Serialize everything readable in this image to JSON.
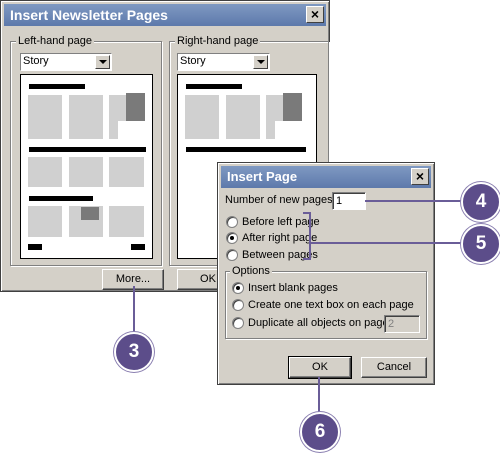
{
  "newsletter_dialog": {
    "title": "Insert Newsletter Pages",
    "left_group_label": "Left-hand page",
    "left_select_value": "Story",
    "right_group_label": "Right-hand page",
    "right_select_value": "Story",
    "more_button": "More...",
    "ok_button": "OK"
  },
  "insert_page_dialog": {
    "title": "Insert Page",
    "num_pages_label": "Number of new pages:",
    "num_pages_value": "1",
    "position_options": [
      {
        "label": "Before left page",
        "selected": false
      },
      {
        "label": "After right page",
        "selected": true
      },
      {
        "label": "Between pages",
        "selected": false
      }
    ],
    "options_group_label": "Options",
    "content_options": [
      {
        "label": "Insert blank pages",
        "selected": true
      },
      {
        "label": "Create one text box on each page",
        "selected": false
      },
      {
        "label": "Duplicate all objects on page:",
        "selected": false
      }
    ],
    "duplicate_page_value": "2",
    "ok_button": "OK",
    "cancel_button": "Cancel"
  },
  "callouts": [
    "3",
    "4",
    "5",
    "6"
  ],
  "colors": {
    "callout": "#5c4d8a",
    "titlebar": "#6b86b6",
    "dialog_face": "#d4d0c8"
  }
}
